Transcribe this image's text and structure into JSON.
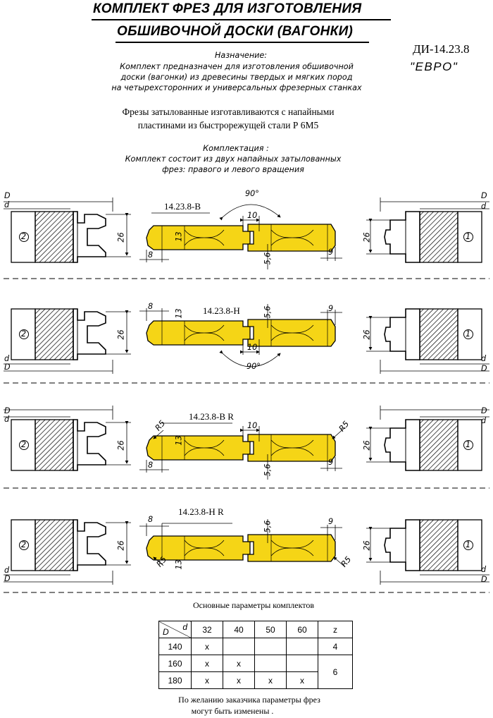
{
  "header": {
    "title_line1": "КОМПЛЕКТ ФРЕЗ ДЛЯ  ИЗГОТОВЛЕНИЯ",
    "title_line2": "ОБШИВОЧНОЙ ДОСКИ (ВАГОНКИ)",
    "code": "ДИ-14.23.8",
    "series": "\"ЕВРО\""
  },
  "purpose": {
    "heading": "Назначение:",
    "line1": "Комплект  предназначен  для  изготовления  обшивочной",
    "line2": "доски (вагонки)  из  древесины  твердых  и  мягких пород",
    "line3": "на четырехсторонних и универсальных фрезерных станках"
  },
  "material": {
    "line1": "Фрезы  затылованные изготавливаются с напайными",
    "line2": "пластинами из быстрорежущей стали Р  6М5"
  },
  "kit": {
    "heading": "Комплектация :",
    "line1": "Комплект  состоит  из двух напайных затылованных",
    "line2": "фрез: правого  и левого вращения"
  },
  "labels": {
    "D": "D",
    "d": "d",
    "left_num": "2",
    "right_num": "1",
    "h26": "26",
    "h13": "13",
    "w8": "8",
    "w9": "9",
    "w10": "10",
    "w56": "5,6",
    "angle": "90°",
    "r5": "R5"
  },
  "sections": [
    {
      "label": "14.23.8-В"
    },
    {
      "label": "14.23.8-Н"
    },
    {
      "label": "14.23.8-В R"
    },
    {
      "label": "14.23.8-Н R"
    }
  ],
  "table": {
    "caption": "Основные параметры комплектов",
    "corner_d": "d",
    "corner_D": "D",
    "columns": [
      "32",
      "40",
      "50",
      "60"
    ],
    "z_header": "z",
    "rows": [
      {
        "D": "140",
        "cells": [
          "x",
          "",
          "",
          ""
        ],
        "z": "4"
      },
      {
        "D": "160",
        "cells": [
          "x",
          "x",
          "",
          ""
        ],
        "z": "6"
      },
      {
        "D": "180",
        "cells": [
          "x",
          "x",
          "x",
          "x"
        ],
        "z": ""
      }
    ]
  },
  "footer": {
    "line1": "По желанию заказчика параметры фрез",
    "line2": "могут быть изменены ."
  }
}
